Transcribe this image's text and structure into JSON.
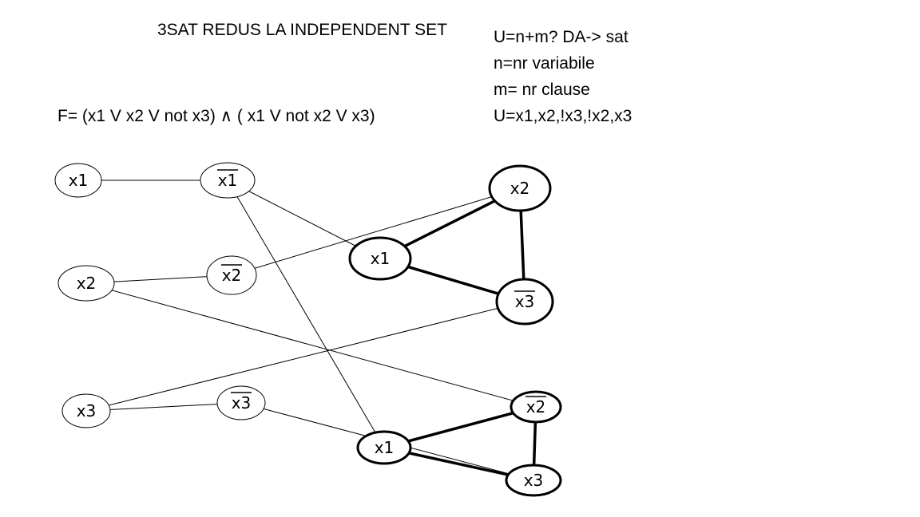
{
  "title": "3SAT REDUS LA INDEPENDENT SET",
  "formula": "F= (x1 V x2 V not x3) ∧  ( x1 V not x2 V x3)",
  "notes": [
    "U=n+m? DA-> sat",
    "n=nr variabile",
    "m= nr clause",
    "U=x1,x2,!x3,!x2,x3"
  ],
  "graph": {
    "nodes": [
      {
        "id": "v-x1",
        "label": "x1",
        "negated": false
      },
      {
        "id": "v-notx1",
        "label": "x1",
        "negated": true
      },
      {
        "id": "v-x2",
        "label": "x2",
        "negated": false
      },
      {
        "id": "v-notx2",
        "label": "x2",
        "negated": true
      },
      {
        "id": "v-x3",
        "label": "x3",
        "negated": false
      },
      {
        "id": "v-notx3",
        "label": "x3",
        "negated": true
      },
      {
        "id": "c1-x2",
        "label": "x2",
        "negated": false
      },
      {
        "id": "c1-x1",
        "label": "x1",
        "negated": false
      },
      {
        "id": "c1-notx3",
        "label": "x3",
        "negated": true
      },
      {
        "id": "c2-notx2",
        "label": "x2",
        "negated": true
      },
      {
        "id": "c2-x1",
        "label": "x1",
        "negated": false
      },
      {
        "id": "c2-x3",
        "label": "x3",
        "negated": false
      }
    ],
    "edges": [
      {
        "from": "v-x1",
        "to": "v-notx1",
        "kind": "variable"
      },
      {
        "from": "v-x2",
        "to": "v-notx2",
        "kind": "variable"
      },
      {
        "from": "v-x3",
        "to": "v-notx3",
        "kind": "variable"
      },
      {
        "from": "c1-x2",
        "to": "c1-x1",
        "kind": "clause"
      },
      {
        "from": "c1-x2",
        "to": "c1-notx3",
        "kind": "clause"
      },
      {
        "from": "c1-x1",
        "to": "c1-notx3",
        "kind": "clause"
      },
      {
        "from": "c2-notx2",
        "to": "c2-x1",
        "kind": "clause"
      },
      {
        "from": "c2-notx2",
        "to": "c2-x3",
        "kind": "clause"
      },
      {
        "from": "c2-x1",
        "to": "c2-x3",
        "kind": "clause"
      },
      {
        "from": "v-notx1",
        "to": "c1-x1",
        "kind": "conflict"
      },
      {
        "from": "v-notx1",
        "to": "c2-x1",
        "kind": "conflict"
      },
      {
        "from": "v-notx2",
        "to": "c1-x2",
        "kind": "conflict"
      },
      {
        "from": "v-x2",
        "to": "c2-notx2",
        "kind": "conflict"
      },
      {
        "from": "v-x3",
        "to": "c1-notx3",
        "kind": "conflict"
      },
      {
        "from": "v-notx3",
        "to": "c2-x3",
        "kind": "conflict"
      }
    ]
  }
}
